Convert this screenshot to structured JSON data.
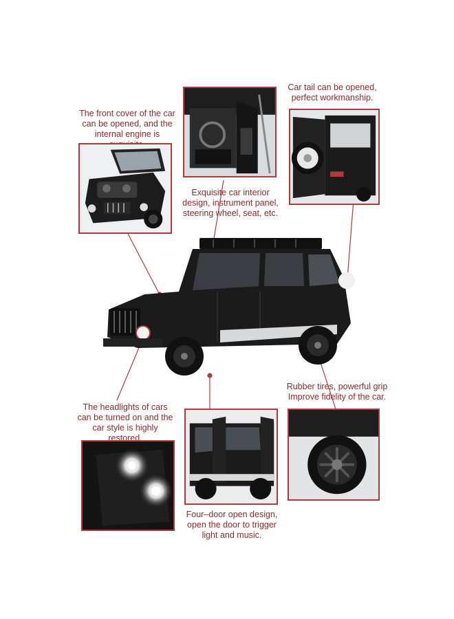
{
  "captions": {
    "front_cover": "The front cover of the car can be opened, and the internal engine is exquisite.",
    "tail": "Car tail can be opened, perfect workmanship.",
    "interior": "Exquisite car interior design, instrument panel, steering wheel, seat, etc.",
    "tires": "Rubber tires, powerful grip Improve fidelity of the car.",
    "headlights": "The headlights of cars can be turned on and the car style is highly restored.",
    "doors": "Four–door open design, open the door to trigger light and music."
  },
  "colors": {
    "accent": "#b03a3a",
    "caption_text": "#8e2a2a",
    "car_body": "#1b1b1b"
  }
}
